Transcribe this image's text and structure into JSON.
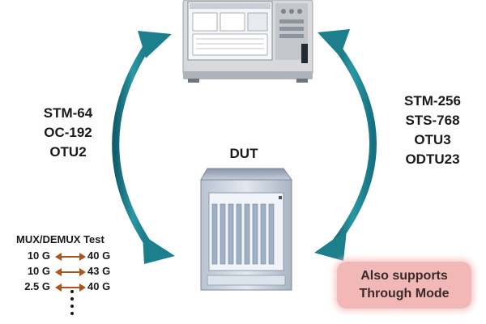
{
  "left_labels": [
    "STM-64",
    "OC-192",
    "OTU2"
  ],
  "right_labels": [
    "STM-256",
    "STS-768",
    "OTU3",
    "ODTU23"
  ],
  "dut_label": "DUT",
  "mux_test": {
    "title": "MUX/DEMUX Test",
    "rows": [
      {
        "from": "10 G",
        "to": "40 G"
      },
      {
        "from": "10 G",
        "to": "43 G"
      },
      {
        "from": "2.5 G",
        "to": "40 G"
      }
    ]
  },
  "through_mode": {
    "line1": "Also supports",
    "line2": "Through Mode"
  },
  "colors": {
    "arrow_teal": "#1c7f8c",
    "mux_arrow": "#b0521c",
    "highlight_pink": "#f2b8b8"
  },
  "icons": [
    "test-instrument-icon",
    "dut-rack-icon"
  ]
}
